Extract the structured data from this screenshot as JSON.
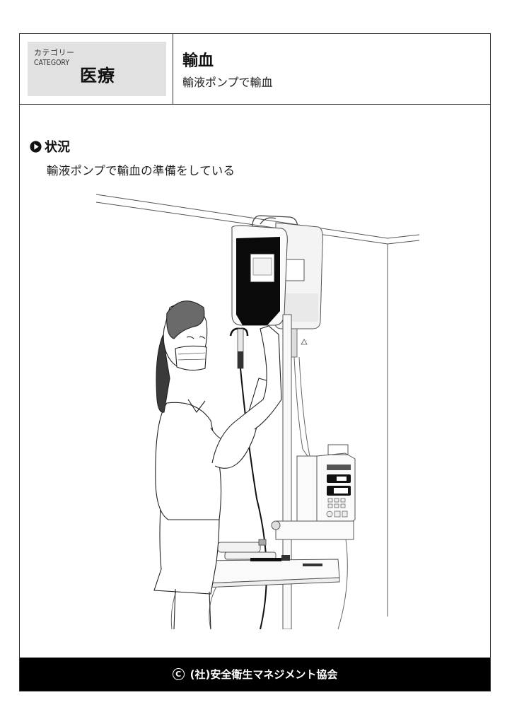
{
  "header": {
    "category_label_jp": "カテゴリー",
    "category_label_en": "CATEGORY",
    "category_value": "医療",
    "title": "輸血",
    "subtitle": "輸液ポンプで輸血"
  },
  "situation": {
    "heading_icon": "play-circle-icon",
    "heading": "状況",
    "text": "輸液ポンプで輸血の準備をしている"
  },
  "illustration": {
    "description": "Nurse wearing a mask hangs a blood bag on an IV stand next to an infusion pump and a syringe pump",
    "elements": [
      "blood-bag",
      "infusion-bag",
      "iv-pole",
      "infusion-pump",
      "syringe-pump",
      "nurse"
    ]
  },
  "footer": {
    "copyright_icon": "copyright-icon",
    "copyright_symbol": "C",
    "organization": "(社)安全衛生マネジメント協会"
  },
  "colors": {
    "frame_border": "#333333",
    "category_bg": "#e1e1e1",
    "footer_bg": "#000000",
    "footer_text": "#ffffff"
  }
}
